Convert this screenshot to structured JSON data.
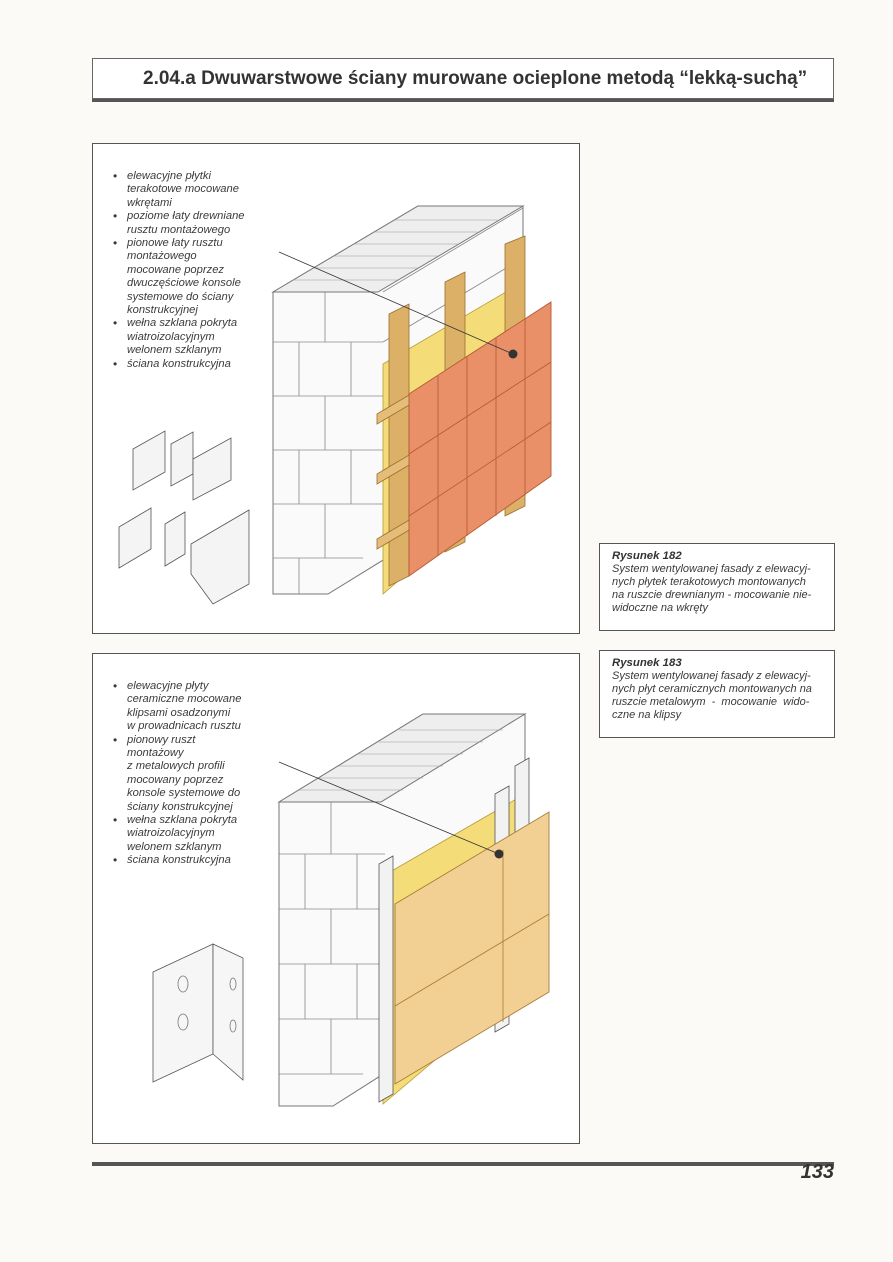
{
  "header": {
    "title": "2.04.a  Dwuwarstwowe ściany murowane ocieplone metodą “lekką-suchą”"
  },
  "figure_1": {
    "legend": [
      "elewacyjne płytki\nterakotowe mocowane\nwkrętami",
      "poziome łaty drewniane\nrusztu montażowego",
      "pionowe łaty rusztu\nmontażowego\nmocowane poprzez\ndwuczęściowe konsole\nsystemowe do ściany\nkonstrukcyjnej",
      "wełna szklana pokryta\nwiatroizolacyjnym\nwelonem szklanym",
      "ściana konstrukcyjna"
    ],
    "colors": {
      "tile": "#ea9068",
      "tile_dark": "#d8794f",
      "wood": "#ddb068",
      "wool": "#f4dd78"
    }
  },
  "figure_2": {
    "legend": [
      "elewacyjne płyty\nceramiczne mocowane\nklipsami osadzonymi\nw prowadnicach rusztu",
      "pionowy ruszt\nmontażowy\nz metalowych profili\nmocowany poprzez\nkonsole systemowe do\nściany konstrukcyjnej",
      "wełna szklana pokryta\nwiatroizolacyjnym\nwelonem szklanym",
      "ściana konstrukcyjna"
    ],
    "colors": {
      "panel": "#f2cf92",
      "panel_dark": "#e3b56c",
      "wool": "#f4dd78"
    }
  },
  "captions": [
    {
      "title": "Rysunek 182",
      "text": "System wentylowanej fasady z elewacyj-\nnych płytek terakotowych montowanych\nna ruszcie drewnianym - mocowanie nie-\nwidoczne na wkręty"
    },
    {
      "title": "Rysunek 183",
      "text": "System wentylowanej fasady z elewacyj-\nnych płyt ceramicznych montowanych na\nruszcie metalowym  -  mocowanie  wido-\nczne na klipsy"
    }
  ],
  "page": {
    "number": "133"
  }
}
